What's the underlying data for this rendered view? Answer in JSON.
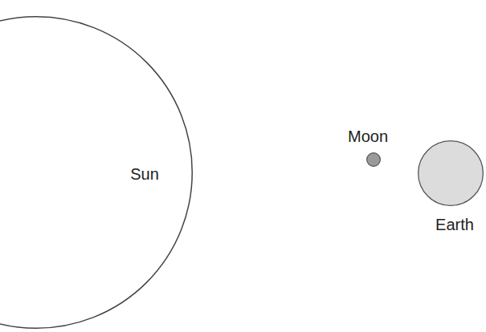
{
  "diagram": {
    "nodes": [
      {
        "text": [
          "Sun"
        ]
      },
      {
        "text": [
          "Moon"
        ]
      },
      {
        "text": [
          "Earth"
        ]
      }
    ]
  }
}
